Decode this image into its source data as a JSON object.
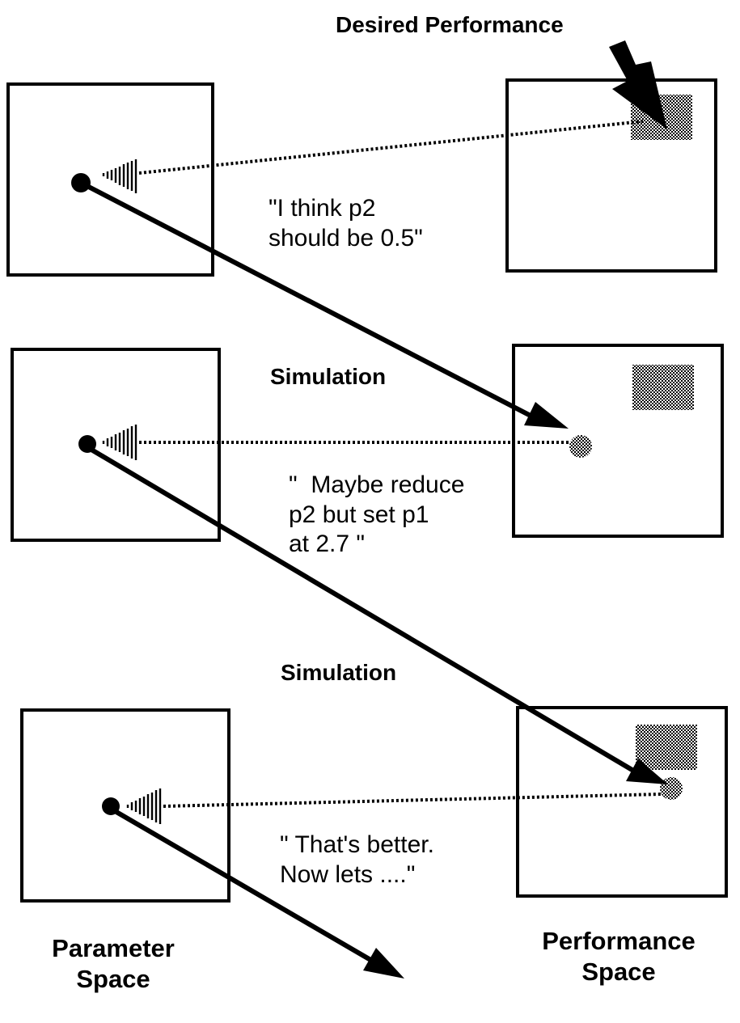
{
  "labels": {
    "desired_performance": "Desired Performance",
    "quote_1": "\"I think p2\nshould be 0.5\"",
    "simulation_1": "Simulation",
    "quote_2": "\"  Maybe reduce\np2 but set p1\nat 2.7 \"",
    "simulation_2": "Simulation",
    "quote_3": "\" That's better.\nNow lets ....\"",
    "parameter_space": "Parameter\nSpace",
    "performance_space": "Performance\nSpace"
  },
  "colors": {
    "ink": "#000000",
    "background": "#ffffff",
    "target_fill": "#8a8a8a"
  }
}
